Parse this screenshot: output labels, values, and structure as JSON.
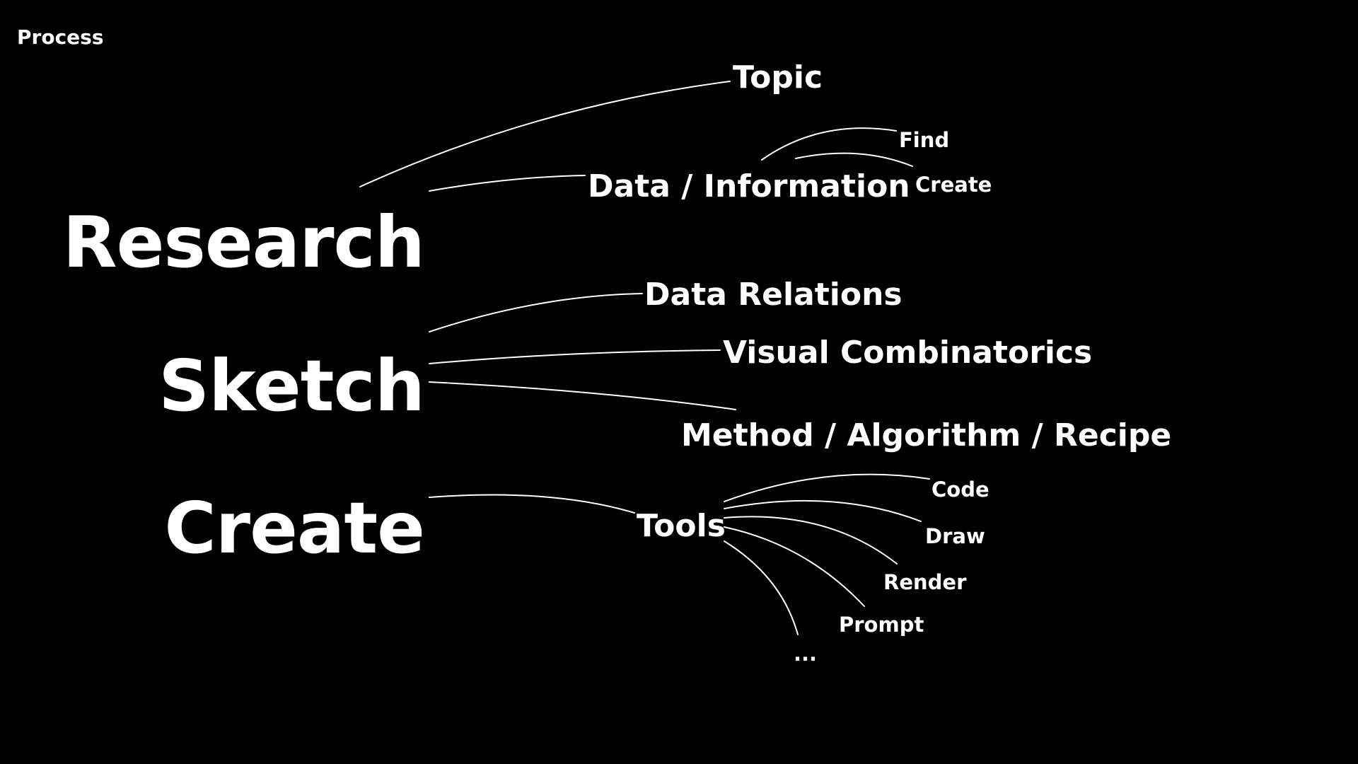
{
  "slide": {
    "title": "Process"
  },
  "nodes": {
    "research": "Research",
    "sketch": "Sketch",
    "create": "Create",
    "topic": "Topic",
    "data_information": "Data / Information",
    "find": "Find",
    "create_leaf": "Create",
    "data_relations": "Data Relations",
    "visual_combinatorics": "Visual Combinatorics",
    "method_algorithm_recipe": "Method / Algorithm / Recipe",
    "tools": "Tools",
    "code": "Code",
    "draw": "Draw",
    "render": "Render",
    "prompt": "Prompt",
    "more": "..."
  },
  "colors": {
    "background": "#000000",
    "foreground": "#ffffff"
  }
}
